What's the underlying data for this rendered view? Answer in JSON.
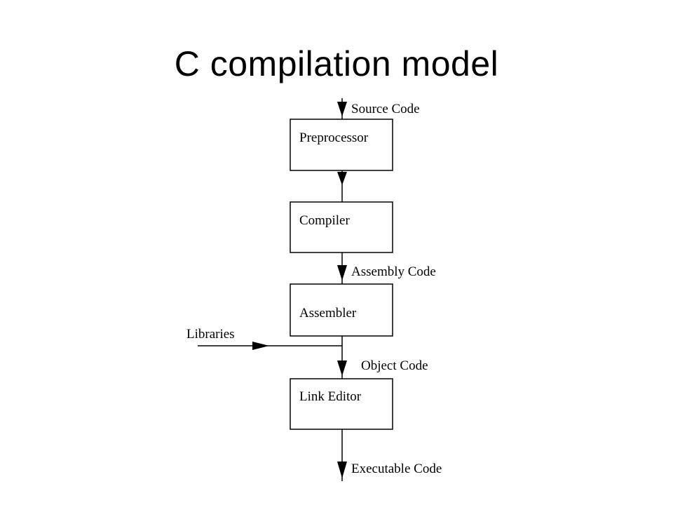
{
  "slide": {
    "title": "C compilation model"
  },
  "diagram": {
    "stages": {
      "preprocessor": "Preprocessor",
      "compiler": "Compiler",
      "assembler": "Assembler",
      "link_editor": "Link Editor"
    },
    "flows": {
      "source_code": "Source Code",
      "assembly_code": "Assembly Code",
      "libraries": "Libraries",
      "object_code": "Object Code",
      "executable_code": "Executable Code"
    }
  }
}
